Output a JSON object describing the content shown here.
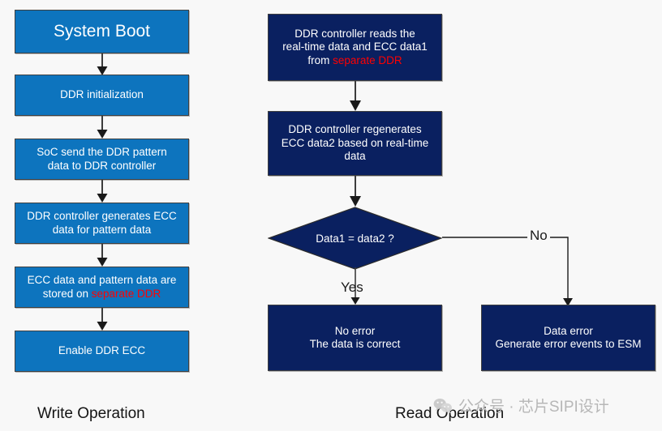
{
  "background_color": "#f8f8f8",
  "colors": {
    "write_box": "#0d74be",
    "read_box": "#0a2060",
    "highlight_text": "#ff0000",
    "edge": "#3c3c3c",
    "text": "#ffffff",
    "caption": "#141414",
    "watermark": "#b4b4b4"
  },
  "write_flow": {
    "caption": "Write Operation",
    "nodes": [
      {
        "id": "system-boot",
        "line1": "System Boot"
      },
      {
        "id": "ddr-initialization",
        "line1": "DDR initialization"
      },
      {
        "id": "soc-send-pattern",
        "line1": "SoC send the DDR pattern",
        "line2": "data to DDR controller"
      },
      {
        "id": "ddr-generates-ecc",
        "line1": "DDR controller generates ECC",
        "line2": "data for pattern data"
      },
      {
        "id": "ecc-stored-separate-ddr",
        "line1": "ECC data and pattern data are",
        "line2_prefix": "stored on ",
        "line2_highlight": "separate DDR"
      },
      {
        "id": "enable-ddr-ecc",
        "line1": "Enable DDR ECC"
      }
    ]
  },
  "read_flow": {
    "caption": "Read Operation",
    "nodes": [
      {
        "id": "ddr-reads-data",
        "line1": "DDR controller reads the",
        "line2": "real-time data and ECC data1",
        "line3_prefix": "from ",
        "line3_highlight": "separate DDR"
      },
      {
        "id": "ddr-regenerates-ecc",
        "line1": "DDR controller regenerates",
        "line2": "ECC data2 based on real-time",
        "line3": "data"
      },
      {
        "id": "no-error",
        "line1": "No error",
        "line2": "The data is correct"
      },
      {
        "id": "data-error",
        "line1": "Data error",
        "line2": "Generate error events to ESM"
      }
    ],
    "decision": {
      "id": "data-compare",
      "label": "Data1 = data2 ?"
    },
    "branches": {
      "yes": "Yes",
      "no": "No"
    }
  },
  "watermark": {
    "icon": "wechat-icon",
    "text": "公众号 · 芯片SIPI设计"
  }
}
